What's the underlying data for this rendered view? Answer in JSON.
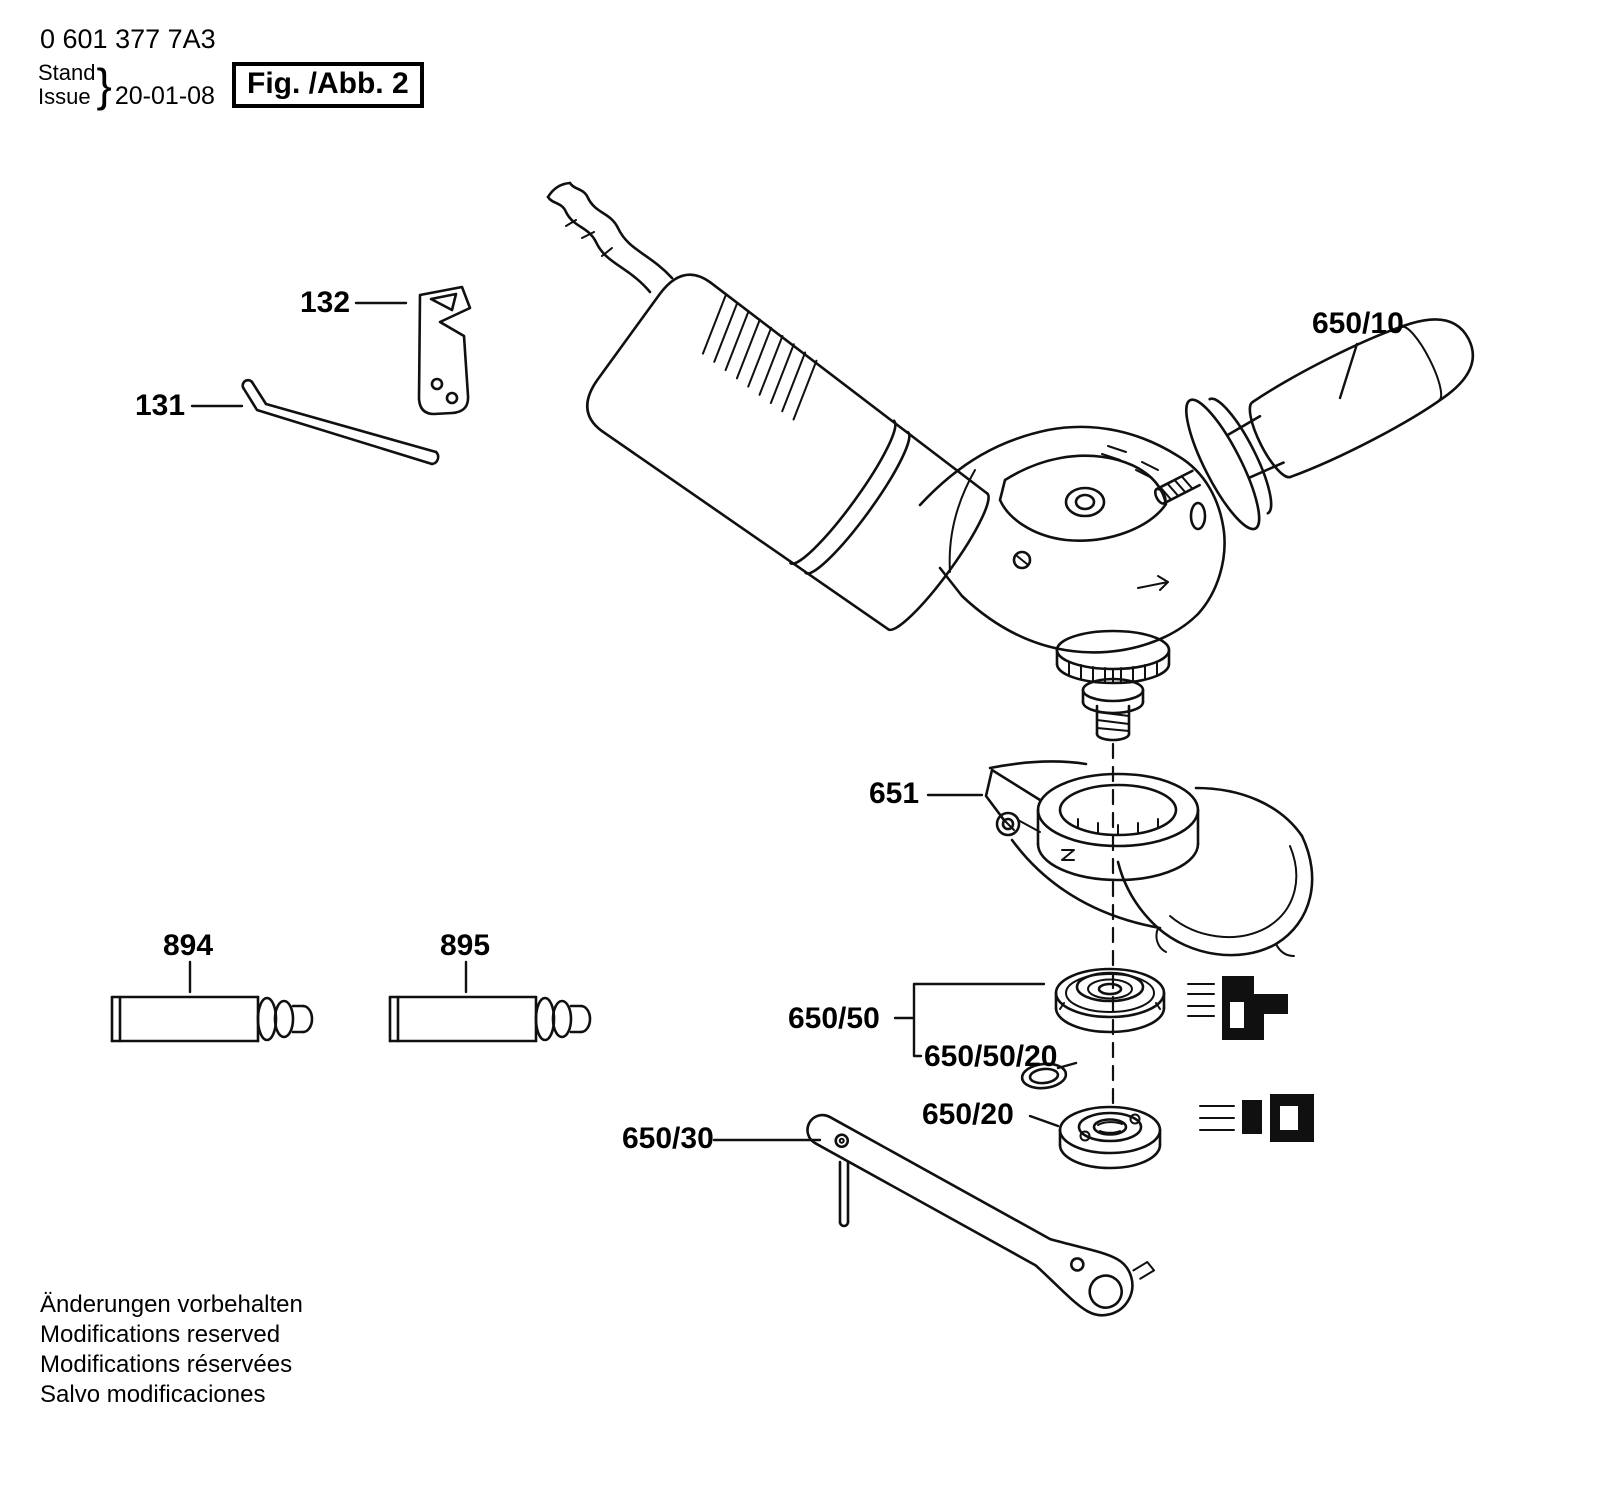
{
  "colors": {
    "ink": "#101010",
    "background": "#ffffff"
  },
  "header": {
    "part_number": "0 601 377 7A3",
    "stand": "Stand",
    "issue": "Issue",
    "brace": "}",
    "date": "20-01-08",
    "figure": "Fig. /Abb. 2"
  },
  "parts": [
    {
      "label": "131"
    },
    {
      "label": "132"
    },
    {
      "label": "650/10"
    },
    {
      "label": "651"
    },
    {
      "label": "894"
    },
    {
      "label": "895"
    },
    {
      "label": "650/50"
    },
    {
      "label": "650/50/20"
    },
    {
      "label": "650/20"
    },
    {
      "label": "650/30"
    }
  ],
  "footer": {
    "lines": [
      "Änderungen vorbehalten",
      "Modifications reserved",
      "Modifications réservées",
      "Salvo modificaciones"
    ]
  }
}
